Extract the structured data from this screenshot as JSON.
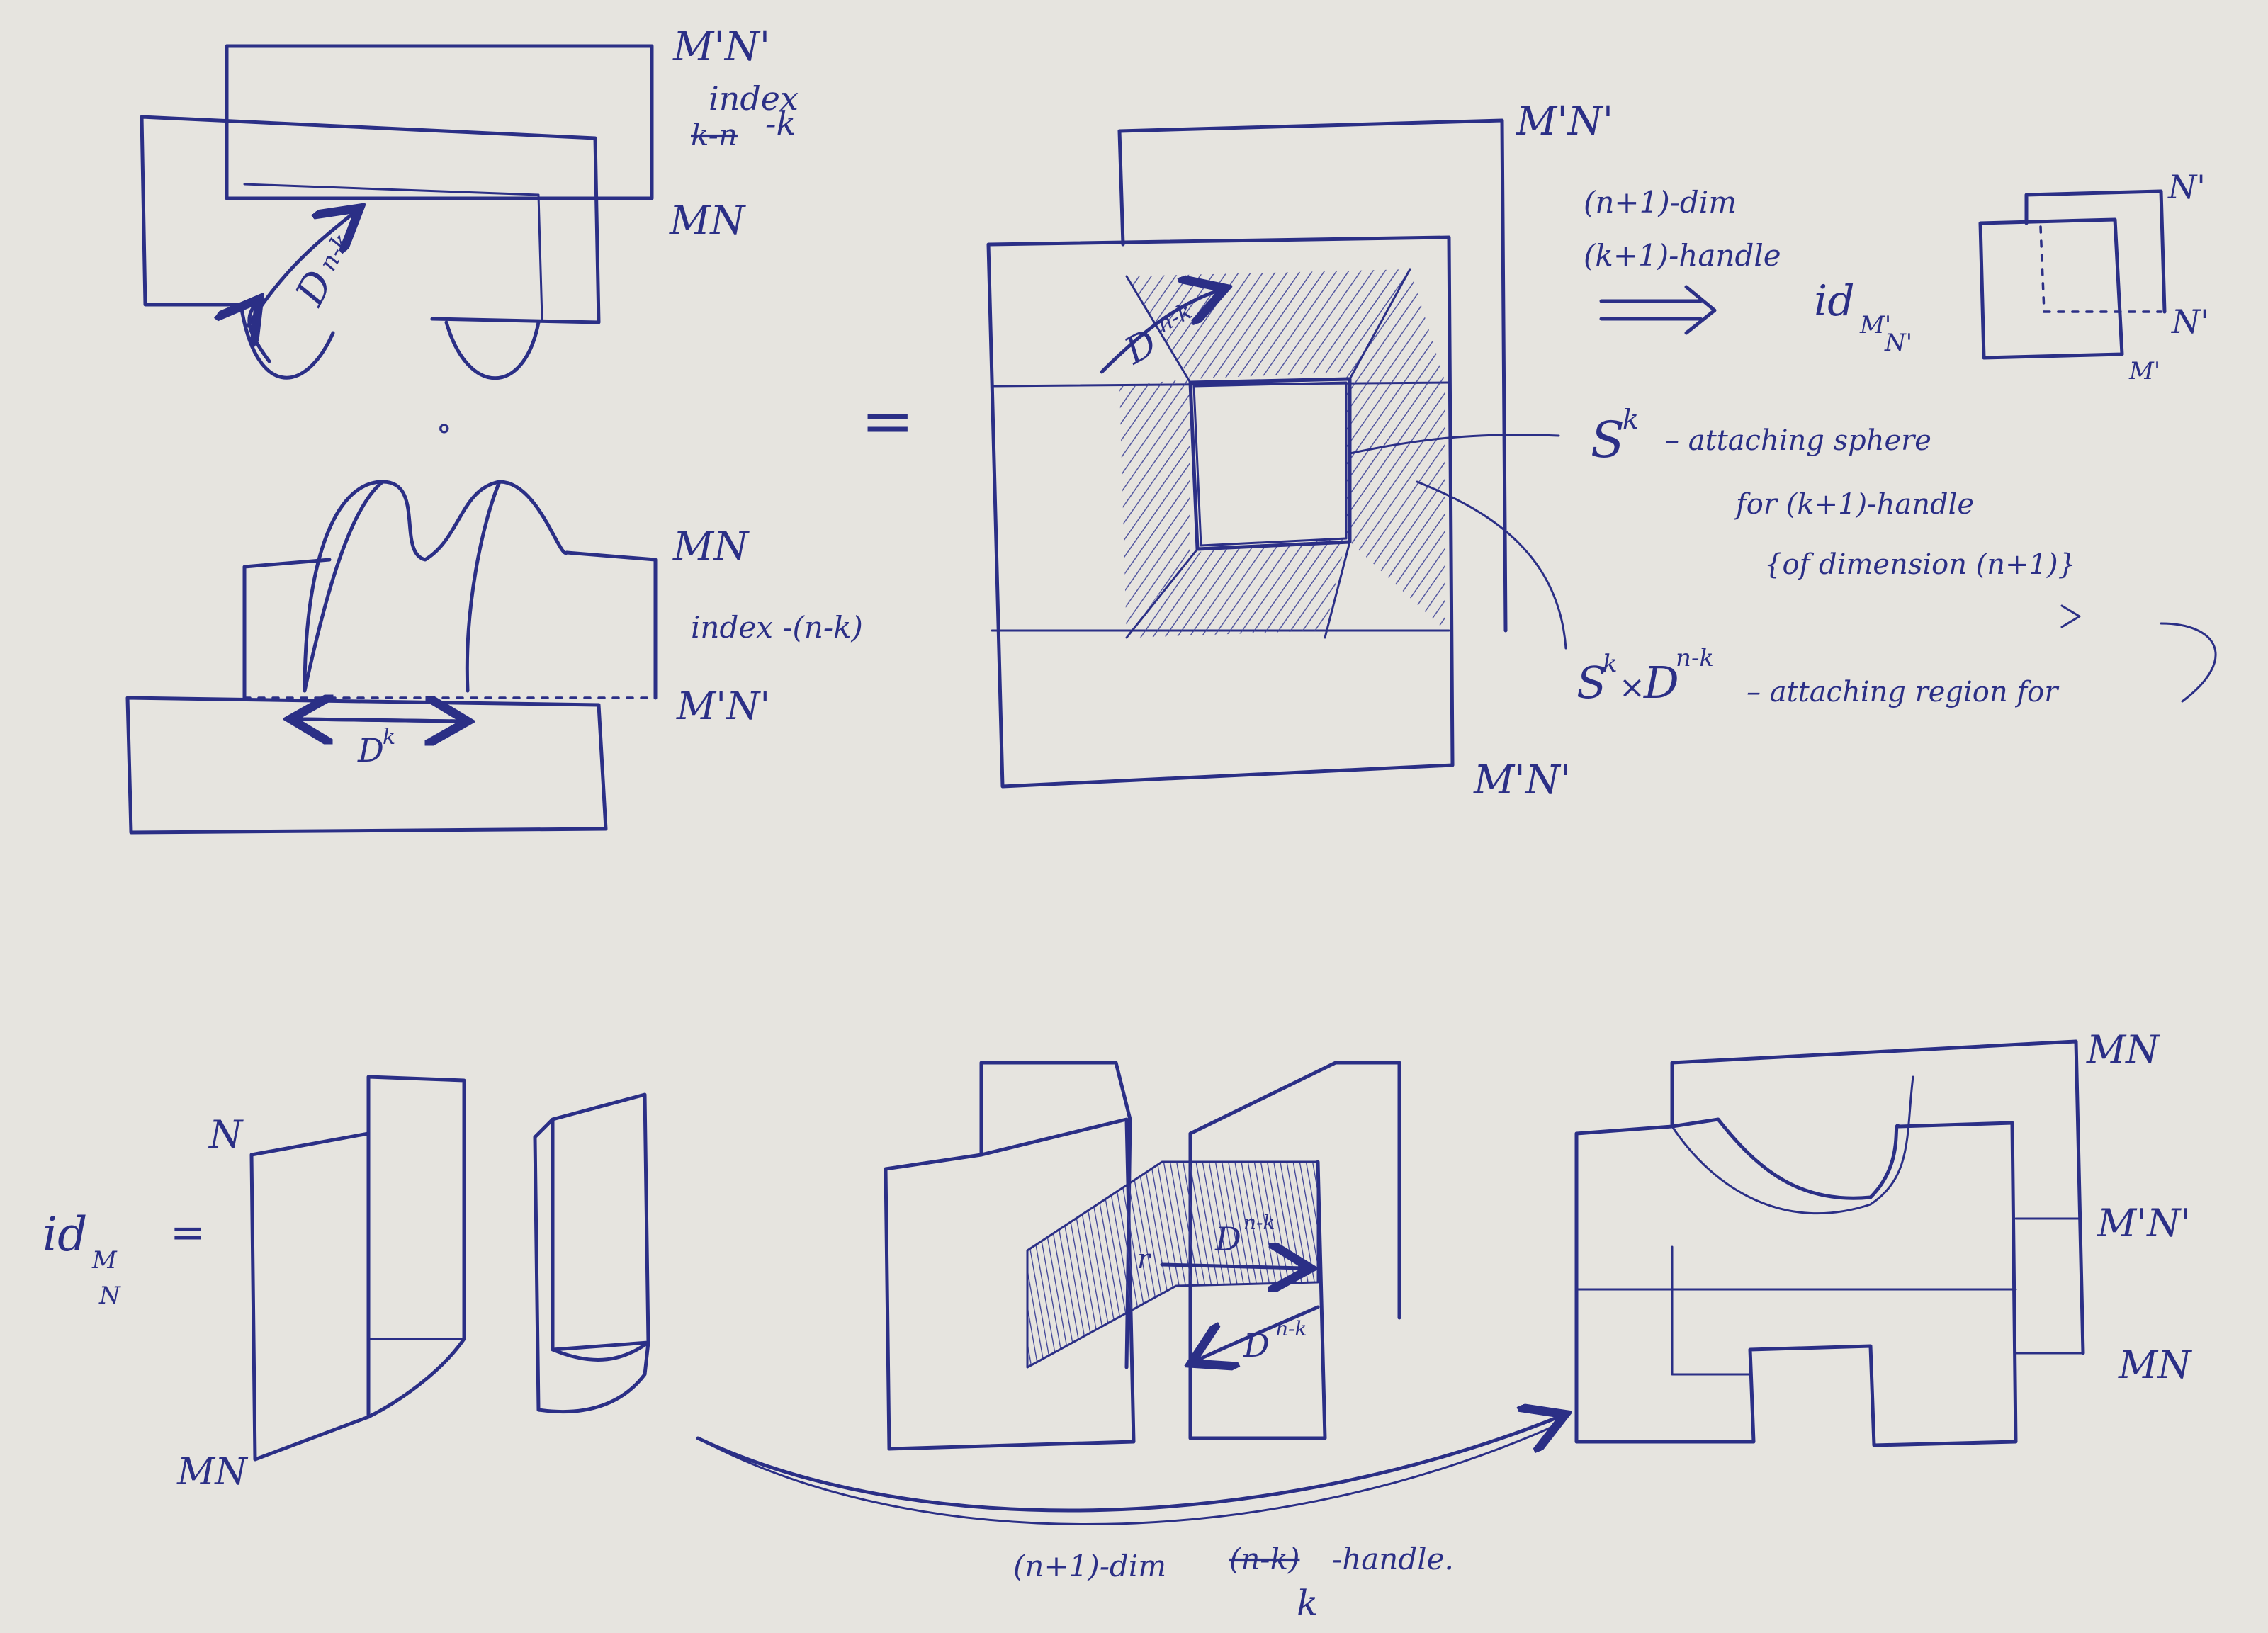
{
  "labels": {
    "top_left_top_boundary": "M'N'",
    "top_left_index_word": "index",
    "top_left_index_struck": "k-n",
    "top_left_index_value": "-k",
    "top_left_bottom_boundary": "MN",
    "top_left_disk": "D",
    "top_left_disk_sup": "n-k",
    "composition_symbol": "∘",
    "mid_left_top_boundary": "MN",
    "mid_left_index": "index -(n-k)",
    "mid_left_bottom_boundary": "M'N'",
    "mid_left_disk": "D",
    "mid_left_disk_sup": "k",
    "equals_sign": "=",
    "center_top_boundary": "M'N'",
    "center_bottom_boundary": "M'N'",
    "center_disk": "D",
    "center_disk_sup": "n-k",
    "arrow_line1": "(n+1)-dim",
    "arrow_line2": "(k+1)-handle",
    "arrow_symbol": "⟹",
    "identity_id": "id",
    "identity_sub_top": "M'",
    "identity_sub_bottom": "N'",
    "identity_top_label": "N'",
    "identity_right_label": "N'",
    "identity_bottom_label": "M'",
    "sphere_S": "S",
    "sphere_sup": "k",
    "sphere_text1": "– attaching sphere",
    "sphere_text2": "for (k+1)-handle",
    "sphere_text3": "{of dimension (n+1)}",
    "region_S": "S",
    "region_S_sup": "k",
    "region_times": "×",
    "region_D": "D",
    "region_D_sup": "n-k",
    "region_text": "– attaching region for",
    "bottom_id": "id",
    "bottom_id_sub_top": "M",
    "bottom_id_sub_bottom": "N",
    "bottom_equals": "=",
    "bottom_N_top": "N",
    "bottom_MN": "MN",
    "bottom_middle_disk": "D",
    "bottom_middle_disk_sup": "n-k",
    "bottom_middle_r": "r",
    "bottom_middle_disk2": "D",
    "bottom_middle_disk2_sup": "n-k",
    "bottom_right_top": "MN",
    "bottom_right_mid": "M'N'",
    "bottom_right_bottom": "MN",
    "bottom_caption_prefix": "(n+1)-dim",
    "bottom_caption_struck": "(n-k)",
    "bottom_caption_suffix": "-handle.",
    "bottom_caption_k": "k"
  }
}
